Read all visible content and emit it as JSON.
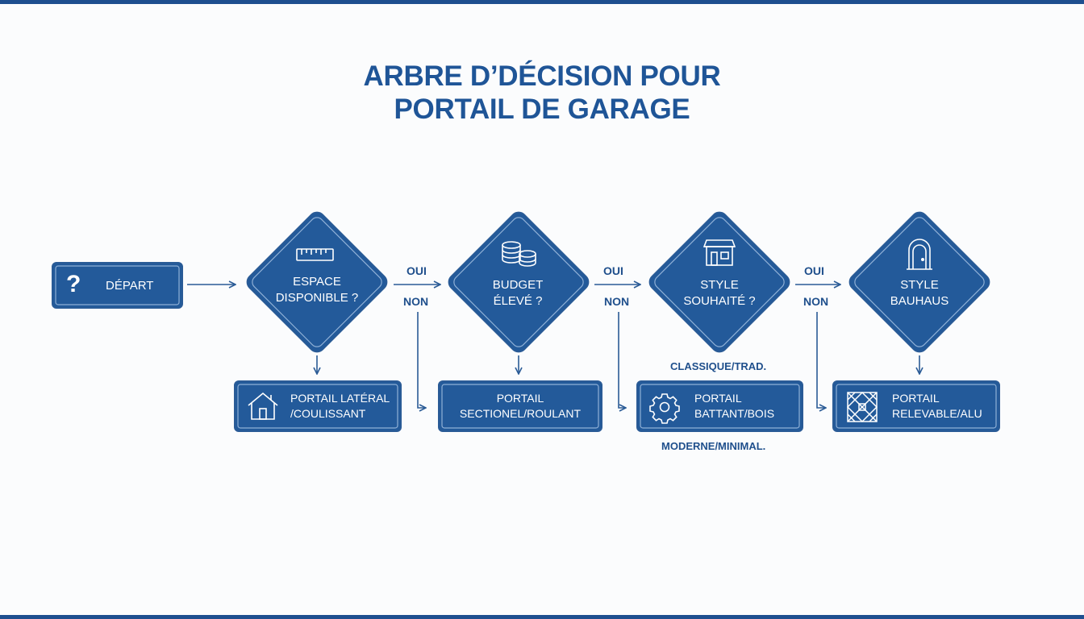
{
  "title": {
    "line1": "ARBRE D’DÉCISION POUR",
    "line2": "PORTAIL DE GARAGE"
  },
  "colors": {
    "primary": "#1f5597",
    "node_fill": "#235a9a",
    "node_border": "#3b6ea8",
    "text_dark": "#1f4f8c",
    "line": "#2a5b96"
  },
  "start": {
    "icon": "question-icon",
    "icon_text": "?",
    "label": "DÉPART"
  },
  "decisions": [
    {
      "icon": "ruler-icon",
      "line1": "ESPACE",
      "line2": "DISPONIBLE ?"
    },
    {
      "icon": "coins-icon",
      "line1": "BUDGET",
      "line2": "ÉLEVÉ ?"
    },
    {
      "icon": "shop-awning-icon",
      "line1": "STYLE",
      "line2": "SOUHAITÉ ?"
    },
    {
      "icon": "arched-door-icon",
      "line1": "STYLE",
      "line2": "BAUHAUS"
    }
  ],
  "branches": {
    "oui": [
      "OUI",
      "OUI",
      "OUI"
    ],
    "non": [
      "NON",
      "NON",
      "NON"
    ],
    "classique": "CLASSIQUE/TRAD.",
    "moderne": "MODERNE/MINIMAL."
  },
  "outcomes": [
    {
      "icon": "house-icon",
      "line1": "PORTAIL LATÉRAL",
      "line2": "/COULISSANT"
    },
    {
      "icon": "",
      "line1": "PORTAIL",
      "line2": "SECTIONEL/ROULANT"
    },
    {
      "icon": "gear-icon",
      "line1": "PORTAIL",
      "line2": "BATTANT/BOIS"
    },
    {
      "icon": "lattice-pattern-icon",
      "line1": "PORTAIL",
      "line2": "RELEVABLE/ALU"
    }
  ]
}
